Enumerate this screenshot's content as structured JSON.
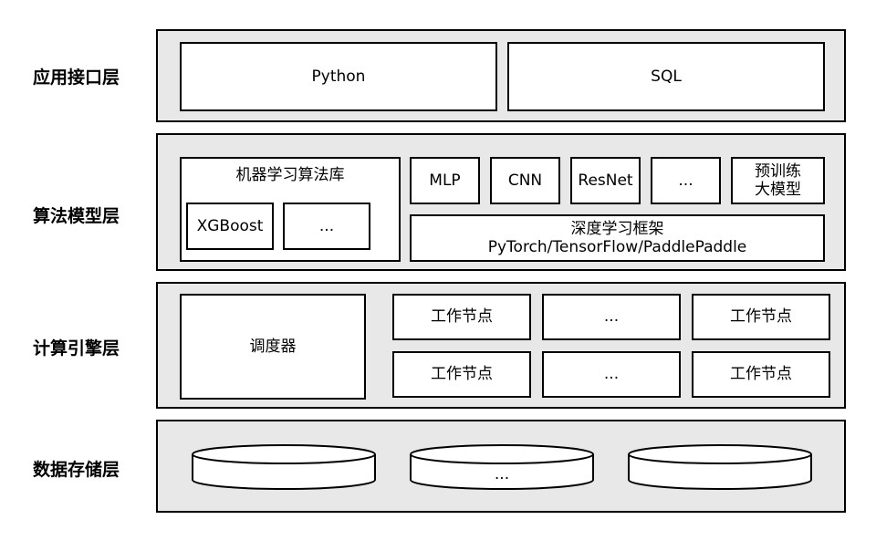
{
  "layers": {
    "application": {
      "label": "应用接口层",
      "boxes": [
        "Python",
        "SQL"
      ]
    },
    "algorithm": {
      "label": "算法模型层",
      "ml_library": {
        "title": "机器学习算法库",
        "items": [
          "XGBoost",
          "..."
        ]
      },
      "dl_models": [
        "MLP",
        "CNN",
        "ResNet",
        "...",
        "预训练\n大模型"
      ],
      "dl_framework": {
        "line1": "深度学习框架",
        "line2": "PyTorch/TensorFlow/PaddlePaddle"
      }
    },
    "compute": {
      "label": "计算引擎层",
      "scheduler": "调度器",
      "nodes": [
        "工作节点",
        "...",
        "工作节点",
        "工作节点",
        "...",
        "工作节点"
      ]
    },
    "storage": {
      "label": "数据存储层",
      "stores": [
        "",
        "...",
        ""
      ]
    }
  },
  "colors": {
    "panel_fill": "#e8e8e8",
    "box_fill": "#ffffff",
    "stroke": "#000000"
  }
}
